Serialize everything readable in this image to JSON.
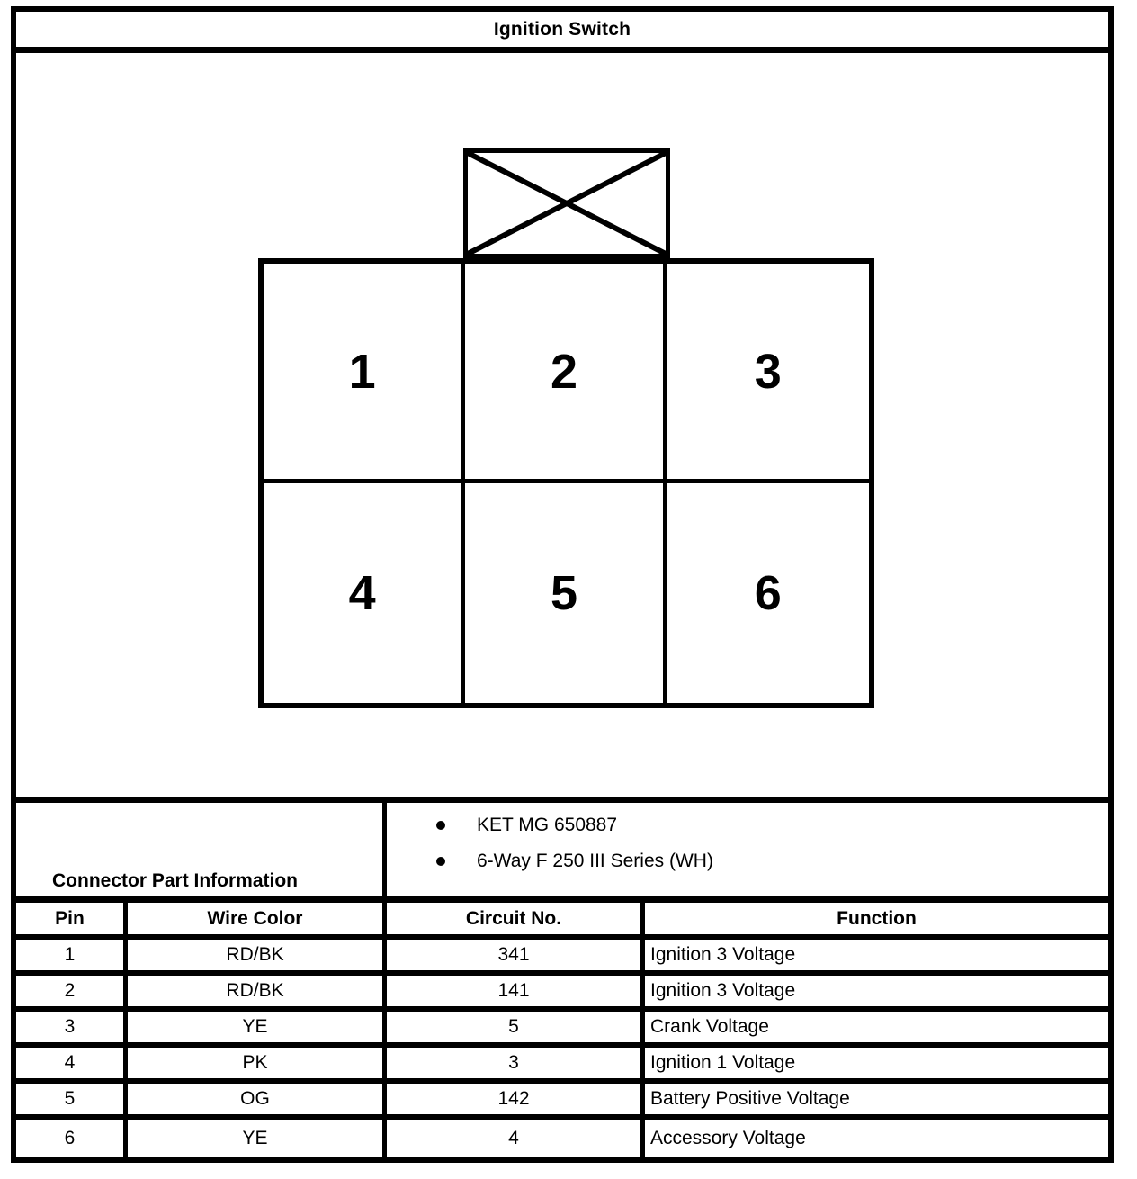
{
  "title": "Ignition Switch",
  "connector": {
    "cells": [
      "1",
      "2",
      "3",
      "4",
      "5",
      "6"
    ]
  },
  "part_info": {
    "label": "Connector Part Information",
    "bullets": [
      "KET MG 650887",
      "6-Way F 250 III Series (WH)"
    ]
  },
  "pinout": {
    "headers": [
      "Pin",
      "Wire Color",
      "Circuit No.",
      "Function"
    ],
    "rows": [
      [
        "1",
        "RD/BK",
        "341",
        "Ignition 3 Voltage"
      ],
      [
        "2",
        "RD/BK",
        "141",
        "Ignition 3 Voltage"
      ],
      [
        "3",
        "YE",
        "5",
        "Crank Voltage"
      ],
      [
        "4",
        "PK",
        "3",
        "Ignition 1 Voltage"
      ],
      [
        "5",
        "OG",
        "142",
        "Battery Positive Voltage"
      ],
      [
        "6",
        "YE",
        "4",
        "Accessory Voltage"
      ]
    ]
  },
  "colors": {
    "line": "#000000",
    "background": "#ffffff"
  }
}
